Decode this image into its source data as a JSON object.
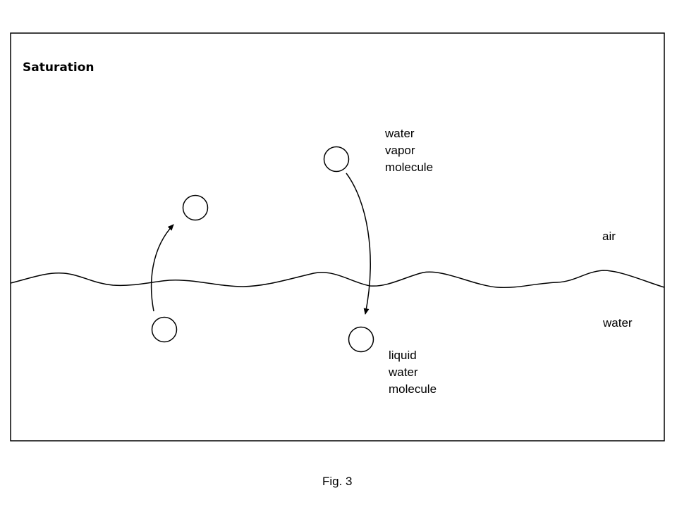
{
  "figure": {
    "title": "Saturation",
    "caption": "Fig. 3",
    "labels": {
      "vapor_molecule": [
        "water",
        "vapor",
        "molecule"
      ],
      "liquid_molecule": [
        "liquid",
        "water",
        "molecule"
      ],
      "air": "air",
      "water": "water"
    }
  },
  "colors": {
    "stroke": "#000000",
    "background": "#ffffff"
  }
}
